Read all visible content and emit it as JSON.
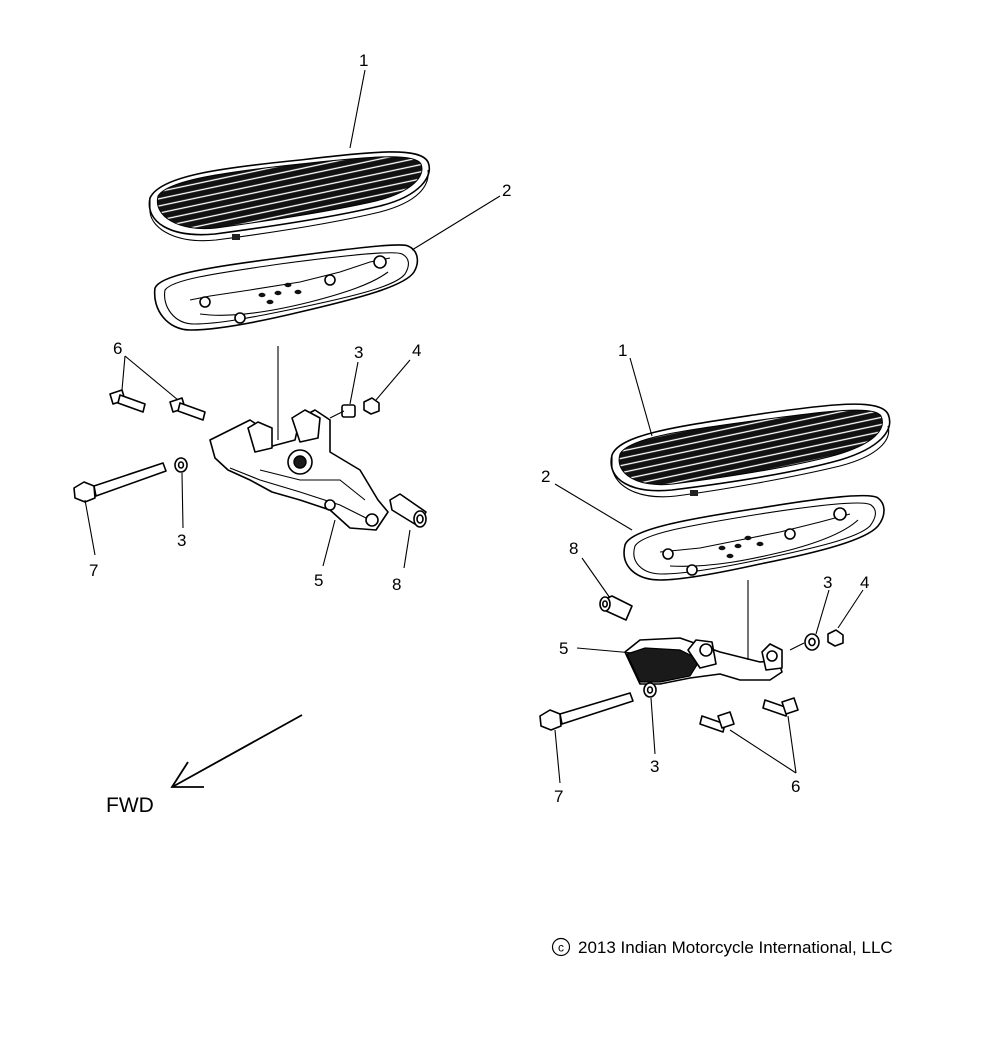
{
  "diagram": {
    "left_assembly": {
      "callouts": {
        "footboard": "1",
        "pan": "2",
        "washer_upper": "3",
        "nut": "4",
        "bracket": "5",
        "screws": "6",
        "bolt": "7",
        "bushing": "8",
        "washer_lower": "3"
      }
    },
    "right_assembly": {
      "callouts": {
        "footboard": "1",
        "pan": "2",
        "bushing": "8",
        "bracket": "5",
        "washer_upper": "3",
        "nut": "4",
        "bolt": "7",
        "washer_lower": "3",
        "screws": "6"
      }
    },
    "direction_label": "FWD",
    "copyright_symbol": "c",
    "copyright_text": "2013 Indian Motorcycle International, LLC"
  }
}
